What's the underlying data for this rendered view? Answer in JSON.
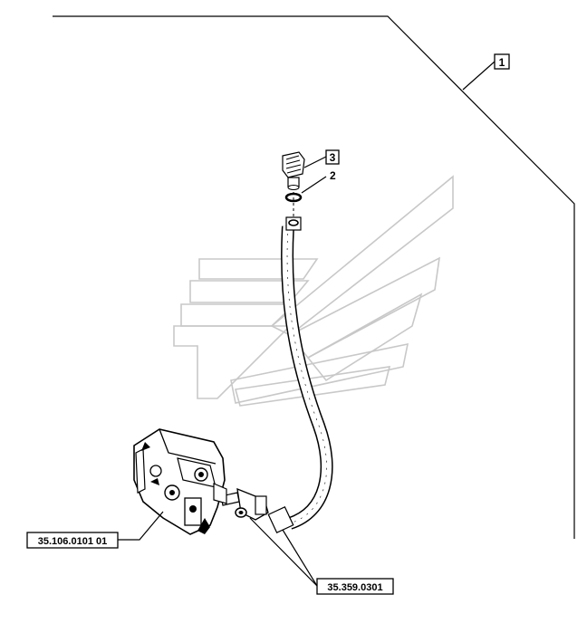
{
  "callouts": {
    "item1": "1",
    "item2": "2",
    "item3": "3",
    "pump_ref": "35.106.0101 01",
    "fitting_ref": "35.359.0301"
  },
  "colors": {
    "line": "#000000",
    "watermark": "#c8c8c8",
    "background": "#ffffff"
  },
  "icons": [
    "brand-watermark-logo"
  ]
}
